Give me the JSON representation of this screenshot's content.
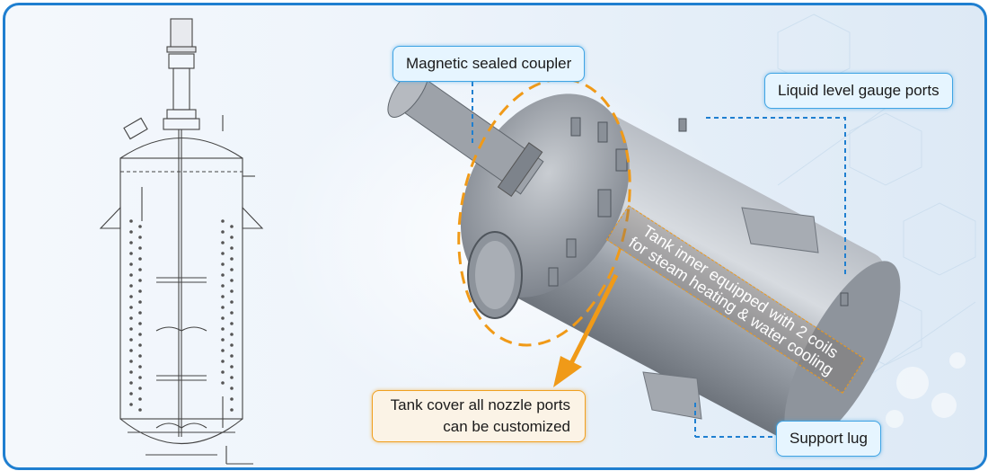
{
  "labels": {
    "magnetic_coupler": "Magnetic sealed coupler",
    "liquid_level": "Liquid level gauge ports",
    "coils_line1": "Tank inner equipped with 2 coils",
    "coils_line2": "for steam heating & water cooling",
    "cover_line1": "Tank cover all nozzle ports",
    "cover_line2": "can be customized",
    "support_lug": "Support lug"
  },
  "colors": {
    "frame": "#1f7fd0",
    "callout_blue": "#3fa4e4",
    "callout_orange": "#f0a020",
    "steel": "#8f959d"
  },
  "icons": [
    "technical-drawing-icon",
    "reactor-vessel-icon",
    "motor-icon"
  ]
}
